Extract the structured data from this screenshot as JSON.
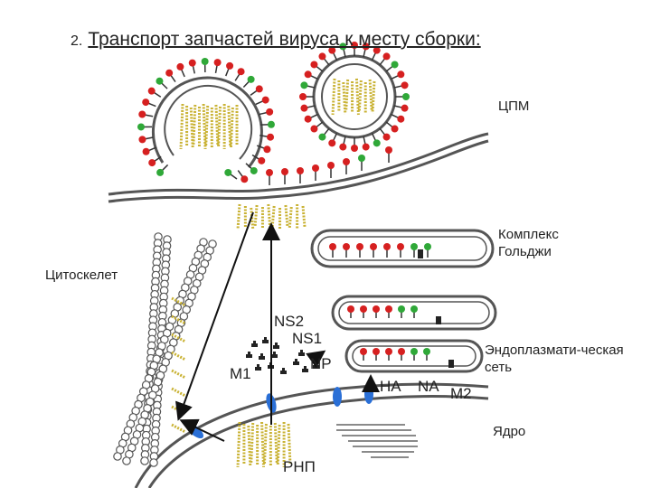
{
  "title": {
    "number": "2.",
    "text": "Транспорт запчастей вируса к месту сборки:"
  },
  "labels": {
    "cpm": "ЦПМ",
    "golgi_line1": "Комплекс",
    "golgi_line2": "Гольджи",
    "cytoskeleton": "Цитоскелет",
    "ns2": "NS2",
    "ns1": "NS1",
    "np": "NP",
    "m1": "M1",
    "er_line1": "Эндоплазмати-ческая",
    "er_line2": "сеть",
    "ha": "HA",
    "na": "NA",
    "m2": "M2",
    "nucleus": "Ядро",
    "rnp": "РНП"
  },
  "colors": {
    "hemagglutinin": "#d62020",
    "neuraminidase": "#2fa838",
    "membrane": "#555555",
    "nuclear_pore": "#2a6fd6",
    "rnp": "#c9b233",
    "arrow": "#111111"
  }
}
